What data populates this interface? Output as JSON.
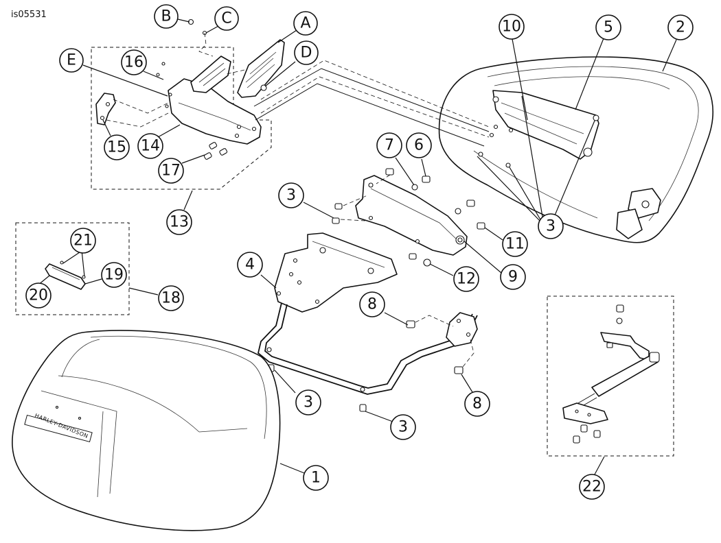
{
  "figure_id": "is05531",
  "brand_text": "HARLEY-DAVIDSON",
  "callouts": {
    "A": "A",
    "B": "B",
    "C": "C",
    "D": "D",
    "E": "E",
    "n1": "1",
    "n2": "2",
    "n3a": "3",
    "n3b": "3",
    "n3c": "3",
    "n3d": "3",
    "n4": "4",
    "n5": "5",
    "n6": "6",
    "n7": "7",
    "n8a": "8",
    "n8b": "8",
    "n9": "9",
    "n10": "10",
    "n11": "11",
    "n12": "12",
    "n13": "13",
    "n14": "14",
    "n15": "15",
    "n16": "16",
    "n17": "17",
    "n18": "18",
    "n19": "19",
    "n20": "20",
    "n21": "21",
    "n22": "22"
  }
}
